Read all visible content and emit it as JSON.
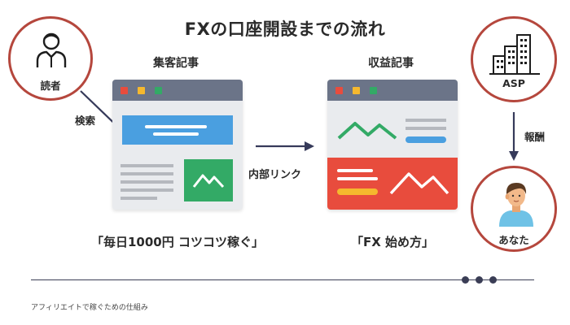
{
  "title": "FXの口座開設までの流れ",
  "reader": {
    "label": "読者"
  },
  "search_label": "検索",
  "article1": {
    "heading": "集客記事",
    "quote": "「毎日1000円 コツコツ稼ぐ」"
  },
  "internal_link_label": "内部リンク",
  "article2": {
    "heading": "収益記事",
    "quote": "「FX 始め方」"
  },
  "asp": {
    "label": "ASP"
  },
  "reward_label": "報酬",
  "you": {
    "label": "あなた"
  },
  "caption": "アフィリエイトで稼ぐための仕組み",
  "colors": {
    "accent_circle": "#b5473d",
    "window_bar": "#6b7488",
    "window_body": "#e9ebee",
    "blue": "#4a9fe0",
    "green": "#33aa66",
    "red": "#e84c3d",
    "yellow": "#f5b82e",
    "arrow": "#363a5a"
  },
  "icons": [
    "person-icon",
    "buildings-icon",
    "avatar-icon",
    "arrow-icon",
    "mountain-icon"
  ]
}
